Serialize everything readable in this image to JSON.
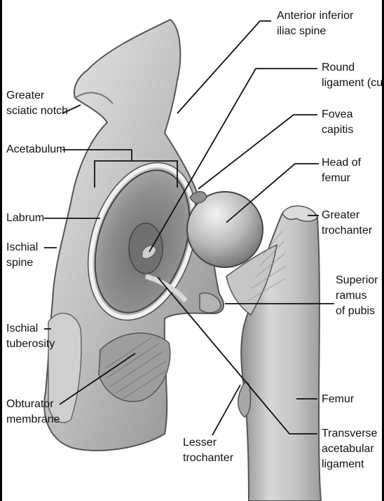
{
  "labels": {
    "anterior_inferior_iliac_spine": [
      "Anterior inferior",
      "iliac spine"
    ],
    "round_ligament": [
      "Round",
      "ligament (cut)"
    ],
    "fovea_capitis": [
      "Fovea",
      "capitis"
    ],
    "head_of_femur": [
      "Head of",
      "femur"
    ],
    "greater_trochanter": [
      "Greater",
      "trochanter"
    ],
    "superior_ramus_of_pubis": [
      "Superior",
      "ramus",
      "of pubis"
    ],
    "femur": [
      "Femur"
    ],
    "transverse_acetabular_ligament": [
      "Transverse",
      "acetabular",
      "ligament"
    ],
    "lesser_trochanter": [
      "Lesser",
      "trochanter"
    ],
    "greater_sciatic_notch": [
      "Greater",
      "sciatic notch"
    ],
    "acetabulum": [
      "Acetabulum"
    ],
    "labrum": [
      "Labrum"
    ],
    "ischial_spine": [
      "Ischial",
      "spine"
    ],
    "ischial_tuberosity": [
      "Ischial",
      "tuberosity"
    ],
    "obturator_membrane": [
      "Obturator",
      "membrane"
    ]
  }
}
